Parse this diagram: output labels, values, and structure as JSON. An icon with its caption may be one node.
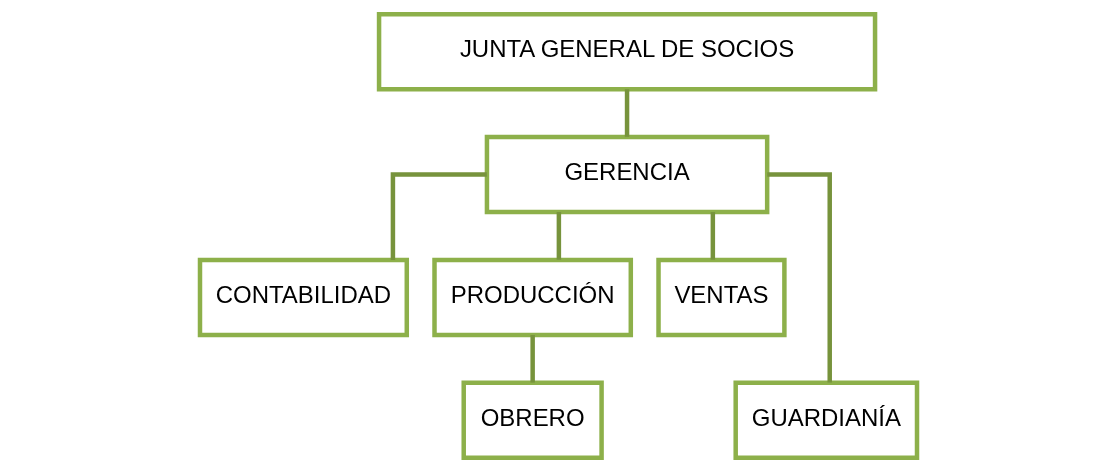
{
  "diagram": {
    "nodes": [
      {
        "text": [
          "JUNTA GENERAL DE SOCIOS"
        ]
      },
      {
        "text": [
          "GERENCIA"
        ]
      },
      {
        "text": [
          "CONTABILIDAD"
        ]
      },
      {
        "text": [
          "PRODUCCIÓN"
        ]
      },
      {
        "text": [
          "VENTAS"
        ]
      },
      {
        "text": [
          "GUARDIANÍA"
        ]
      },
      {
        "text": [
          "OBRERO"
        ]
      }
    ],
    "edges": [
      {
        "from": 0,
        "to": 1,
        "arrow": "none"
      },
      {
        "from": 1,
        "to": 2,
        "arrow": "none"
      },
      {
        "from": 1,
        "to": 5,
        "arrow": "none"
      },
      {
        "from": 1,
        "to": 3,
        "arrow": "none"
      },
      {
        "from": 1,
        "to": 4,
        "arrow": "none"
      },
      {
        "from": 3,
        "to": 6,
        "arrow": "none"
      }
    ]
  }
}
